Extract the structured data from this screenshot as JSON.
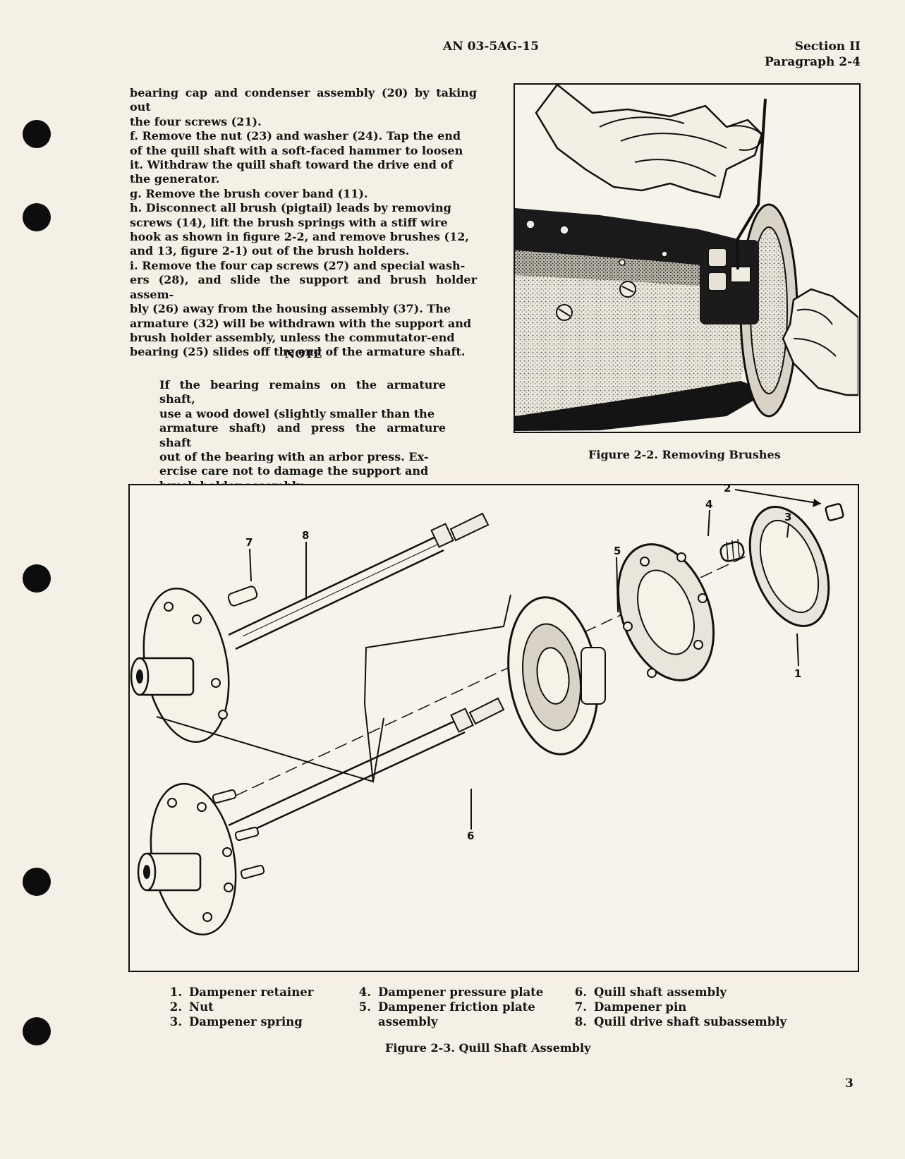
{
  "header": {
    "doc_number": "AN 03-5AG-15",
    "section": "Section II",
    "paragraph": "Paragraph 2-4"
  },
  "left_column": {
    "lines": [
      "bearing cap and condenser assembly (20) by taking out",
      "the four screws (21).",
      "f. Remove the nut (23) and washer (24). Tap the end",
      "of the quill shaft with a soft-faced hammer to loosen",
      "it. Withdraw the quill shaft toward the drive end of",
      "the generator.",
      "g. Remove the brush cover band (11).",
      "h. Disconnect all brush (pigtail) leads by removing",
      "screws (14), lift the brush springs with a stiff wire",
      "hook as shown in figure 2-2, and remove brushes (12,",
      "and 13, figure 2-1) out of the brush holders.",
      "i. Remove the four cap screws (27) and special wash-",
      "ers (28), and slide the support and brush holder assem-",
      "bly (26) away from the housing assembly (37). The",
      "armature (32) will be withdrawn with the support and",
      "brush holder assembly, unless the commutator-end",
      "bearing (25) slides off the end of the armature shaft."
    ],
    "note_title": "NOTE",
    "note_lines": [
      "If the bearing remains on the armature shaft,",
      "use a wood dowel (slightly smaller than the",
      "armature shaft) and press the armature shaft",
      "out of the bearing with an arbor press. Ex-",
      "ercise care not to damage the support and",
      "brush holder assembly."
    ]
  },
  "figure_2_2": {
    "caption": "Figure 2-2. Removing Brushes"
  },
  "figure_2_3": {
    "caption": "Figure 2-3. Quill Shaft Assembly",
    "callouts": [
      "1",
      "2",
      "3",
      "4",
      "5",
      "6",
      "7",
      "8"
    ],
    "legend": [
      {
        "num": "1.",
        "text": "Dampener retainer"
      },
      {
        "num": "2.",
        "text": "Nut"
      },
      {
        "num": "3.",
        "text": "Dampener spring"
      },
      {
        "num": "4.",
        "text": "Dampener pressure plate"
      },
      {
        "num": "5.",
        "text": "Dampener friction plate"
      },
      {
        "num": "",
        "text": "assembly"
      },
      {
        "num": "6.",
        "text": "Quill shaft assembly"
      },
      {
        "num": "7.",
        "text": "Dampener pin"
      },
      {
        "num": "8.",
        "text": "Quill drive shaft subassembly"
      }
    ]
  },
  "page_number": "3"
}
